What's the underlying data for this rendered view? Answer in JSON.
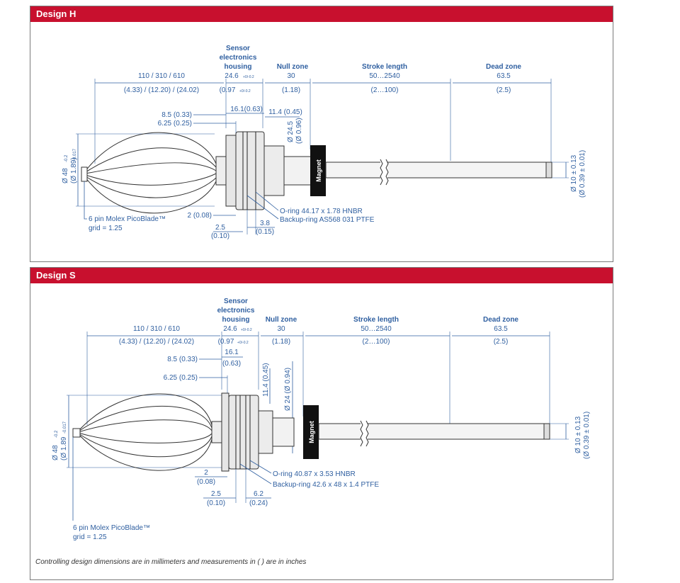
{
  "design_h": {
    "title": "Design H",
    "header_sensor": [
      "Sensor",
      "electronics",
      "housing"
    ],
    "header_null": "Null zone",
    "header_stroke": "Stroke length",
    "header_dead": "Dead zone",
    "dim_cable_mm": "110 / 310 / 610",
    "dim_cable_in": "(4.33) / (12.20) / (24.02)",
    "dim_housing_mm": "24.6",
    "dim_housing_tol": "+0/-0.2",
    "dim_housing_in": "(0.97",
    "dim_housing_in_tol": "+0/-0.2",
    "dim_null_mm": "30",
    "dim_null_in": "(1.18)",
    "dim_stroke_mm": "50…2540",
    "dim_stroke_in": "(2…100)",
    "dim_dead_mm": "63.5",
    "dim_dead_in": "(2.5)",
    "dim_85": "8.5 (0.33)",
    "dim_625": "6.25 (0.25)",
    "dim_161": "16.1(0.63)",
    "dim_114": "11.4 (0.45)",
    "dim_d245": "Ø 24.5",
    "dim_d096": "(Ø 0.96)",
    "dim_d48": "Ø 48",
    "dim_d48_in": "(Ø 1.89)",
    "dim_d48_tol": "-0.2",
    "dim_d48_in_tol": "-0.017",
    "dim_d10": "Ø 10 ± 0.13",
    "dim_d10_in": "(Ø 0.39 ± 0.01)",
    "dim_2": "2 (0.08)",
    "dim_25": "2.5",
    "dim_25_in": "(0.10)",
    "dim_38": "3.8",
    "dim_38_in": "(0.15)",
    "oring": "O-ring 44.17 x 1.78 HNBR",
    "backup": "Backup-ring AS568 031 PTFE",
    "molex": "6 pin Molex PicoBlade™",
    "grid": "grid = 1.25",
    "magnet": "Magnet"
  },
  "design_s": {
    "title": "Design S",
    "header_sensor": [
      "Sensor",
      "electronics",
      "housing"
    ],
    "header_null": "Null zone",
    "header_stroke": "Stroke length",
    "header_dead": "Dead zone",
    "dim_cable_mm": "110 / 310 / 610",
    "dim_cable_in": "(4.33) / (12.20) / (24.02)",
    "dim_housing_mm": "24.6",
    "dim_housing_tol": "+0/-0.2",
    "dim_housing_in": "(0.97",
    "dim_housing_in_tol": "+0/-0.2",
    "dim_null_mm": "30",
    "dim_null_in": "(1.18)",
    "dim_stroke_mm": "50…2540",
    "dim_stroke_in": "(2…100)",
    "dim_dead_mm": "63.5",
    "dim_dead_in": "(2.5)",
    "dim_85": "8.5 (0.33)",
    "dim_161_mm": "16.1",
    "dim_161_in": "(0.63)",
    "dim_625": "6.25 (0.25)",
    "dim_114": "11.4 (0.45)",
    "dim_d24": "Ø 24 (Ø 0.94)",
    "dim_d48": "Ø 48",
    "dim_d48_in": "(Ø 1.89",
    "dim_d48_tol": "-0.2",
    "dim_d48_in_tol": "-0.017",
    "dim_d10": "Ø 10 ± 0.13",
    "dim_d10_in": "(Ø 0.39 ± 0.01)",
    "dim_2_mm": "2",
    "dim_2_in": "(0.08)",
    "dim_25_mm": "2.5",
    "dim_25_in": "(0.10)",
    "dim_62_mm": "6.2",
    "dim_62_in": "(0.24)",
    "oring": "O-ring 40.87 x 3.53 HNBR",
    "backup": "Backup-ring 42.6 x 48 x 1.4 PTFE",
    "molex": "6 pin Molex PicoBlade™",
    "grid": "grid = 1.25",
    "magnet": "Magnet"
  },
  "footnote": "Controlling design dimensions are in millimeters and measurements in ( ) are in inches",
  "colors": {
    "header_red": "#c8102e",
    "dim_blue": "#2f5fa0"
  }
}
